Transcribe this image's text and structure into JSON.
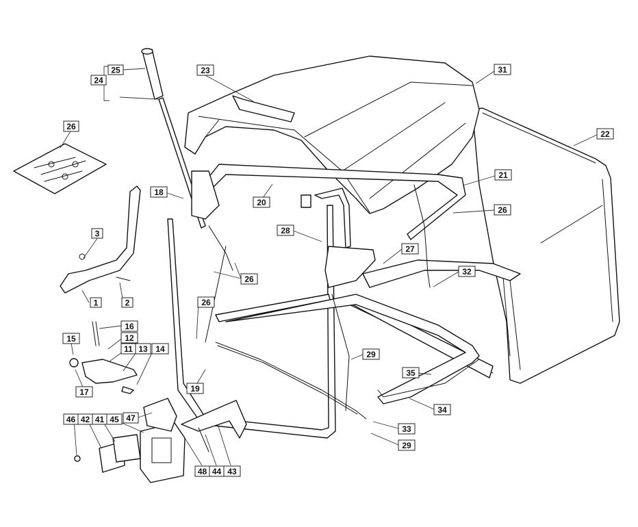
{
  "callouts": [
    {
      "id": "25",
      "label": "25"
    },
    {
      "id": "24",
      "label": "24"
    },
    {
      "id": "26a",
      "label": "26"
    },
    {
      "id": "23",
      "label": "23"
    },
    {
      "id": "31",
      "label": "31"
    },
    {
      "id": "22",
      "label": "22"
    },
    {
      "id": "21",
      "label": "21"
    },
    {
      "id": "26b",
      "label": "26"
    },
    {
      "id": "18",
      "label": "18"
    },
    {
      "id": "20",
      "label": "20"
    },
    {
      "id": "3",
      "label": "3"
    },
    {
      "id": "28",
      "label": "28"
    },
    {
      "id": "27",
      "label": "27"
    },
    {
      "id": "32",
      "label": "32"
    },
    {
      "id": "26c",
      "label": "26"
    },
    {
      "id": "1",
      "label": "1"
    },
    {
      "id": "2",
      "label": "2"
    },
    {
      "id": "26d",
      "label": "26"
    },
    {
      "id": "16",
      "label": "16"
    },
    {
      "id": "15",
      "label": "15"
    },
    {
      "id": "12",
      "label": "12"
    },
    {
      "id": "11",
      "label": "11"
    },
    {
      "id": "13",
      "label": "13"
    },
    {
      "id": "14",
      "label": "14"
    },
    {
      "id": "29a",
      "label": "29"
    },
    {
      "id": "35",
      "label": "35"
    },
    {
      "id": "17",
      "label": "17"
    },
    {
      "id": "19",
      "label": "19"
    },
    {
      "id": "34",
      "label": "34"
    },
    {
      "id": "46",
      "label": "46"
    },
    {
      "id": "42",
      "label": "42"
    },
    {
      "id": "41",
      "label": "41"
    },
    {
      "id": "45",
      "label": "45"
    },
    {
      "id": "47",
      "label": "47"
    },
    {
      "id": "33",
      "label": "33"
    },
    {
      "id": "29b",
      "label": "29"
    },
    {
      "id": "48",
      "label": "48"
    },
    {
      "id": "44",
      "label": "44"
    },
    {
      "id": "43",
      "label": "43"
    }
  ]
}
